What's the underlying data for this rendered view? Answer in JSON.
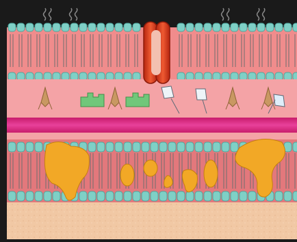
{
  "scene": {
    "kind": "cell-membrane-illustration",
    "colors": {
      "frame": "#1a1a1a",
      "membrane_pink": "#f08c8c",
      "membrane_dark": "#e3787c",
      "head_teal": "#7fd0c6",
      "head_outline": "#4fa79e",
      "tail_gray": "#6e6e6e",
      "cytoplasm_pink": "#f4a3a6",
      "band_magenta": "#d8267a",
      "channel_red": "#d8351c",
      "glycolipid_green": "#71c77a",
      "blob_orange": "#f2a826",
      "flag_white": "#eef4f8",
      "y_receptor_tan": "#c99862",
      "extracellular_sand": "#f1c8a4"
    },
    "elements": {
      "upper_membrane": "phospholipid-bilayer",
      "lower_membrane": "phospholipid-bilayer",
      "protein_channel": "ion-channel",
      "receptor_markers": [
        "y-shaped-receptor",
        "glycolipid",
        "glycoprotein-flag"
      ],
      "embedded_proteins": "orange-globular-proteins"
    }
  }
}
